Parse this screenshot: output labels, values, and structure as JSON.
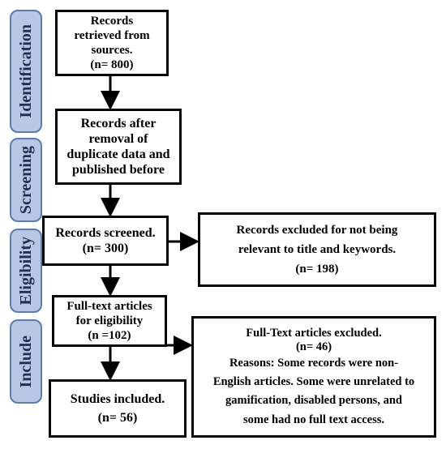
{
  "stages": {
    "identification": "Identification",
    "screening": "Screening",
    "eligibility": "Eligibility",
    "include": "Include"
  },
  "boxes": {
    "records_retrieved": {
      "lines": [
        "Records",
        "retrieved from",
        "sources.",
        "(n= 800)"
      ]
    },
    "after_removal": {
      "lines": [
        "Records after",
        "removal of",
        "duplicate data and",
        "published before"
      ]
    },
    "screened": {
      "lines": [
        "Records screened.",
        "(n= 300)"
      ]
    },
    "excluded_title": {
      "lines": [
        "Records excluded for not being",
        "relevant to title and keywords.",
        "(n= 198)"
      ]
    },
    "fulltext": {
      "lines": [
        "Full-text articles",
        "for eligibility",
        "(n =102)"
      ]
    },
    "fulltext_excluded": {
      "lines": [
        "Full-Text articles excluded.",
        "(n= 46)",
        "Reasons: Some records were non-",
        "English articles. Some were unrelated to",
        "gamification, disabled persons, and",
        "some had no full text access."
      ]
    },
    "included": {
      "lines": [
        "Studies included.",
        "(n= 56)"
      ]
    }
  }
}
